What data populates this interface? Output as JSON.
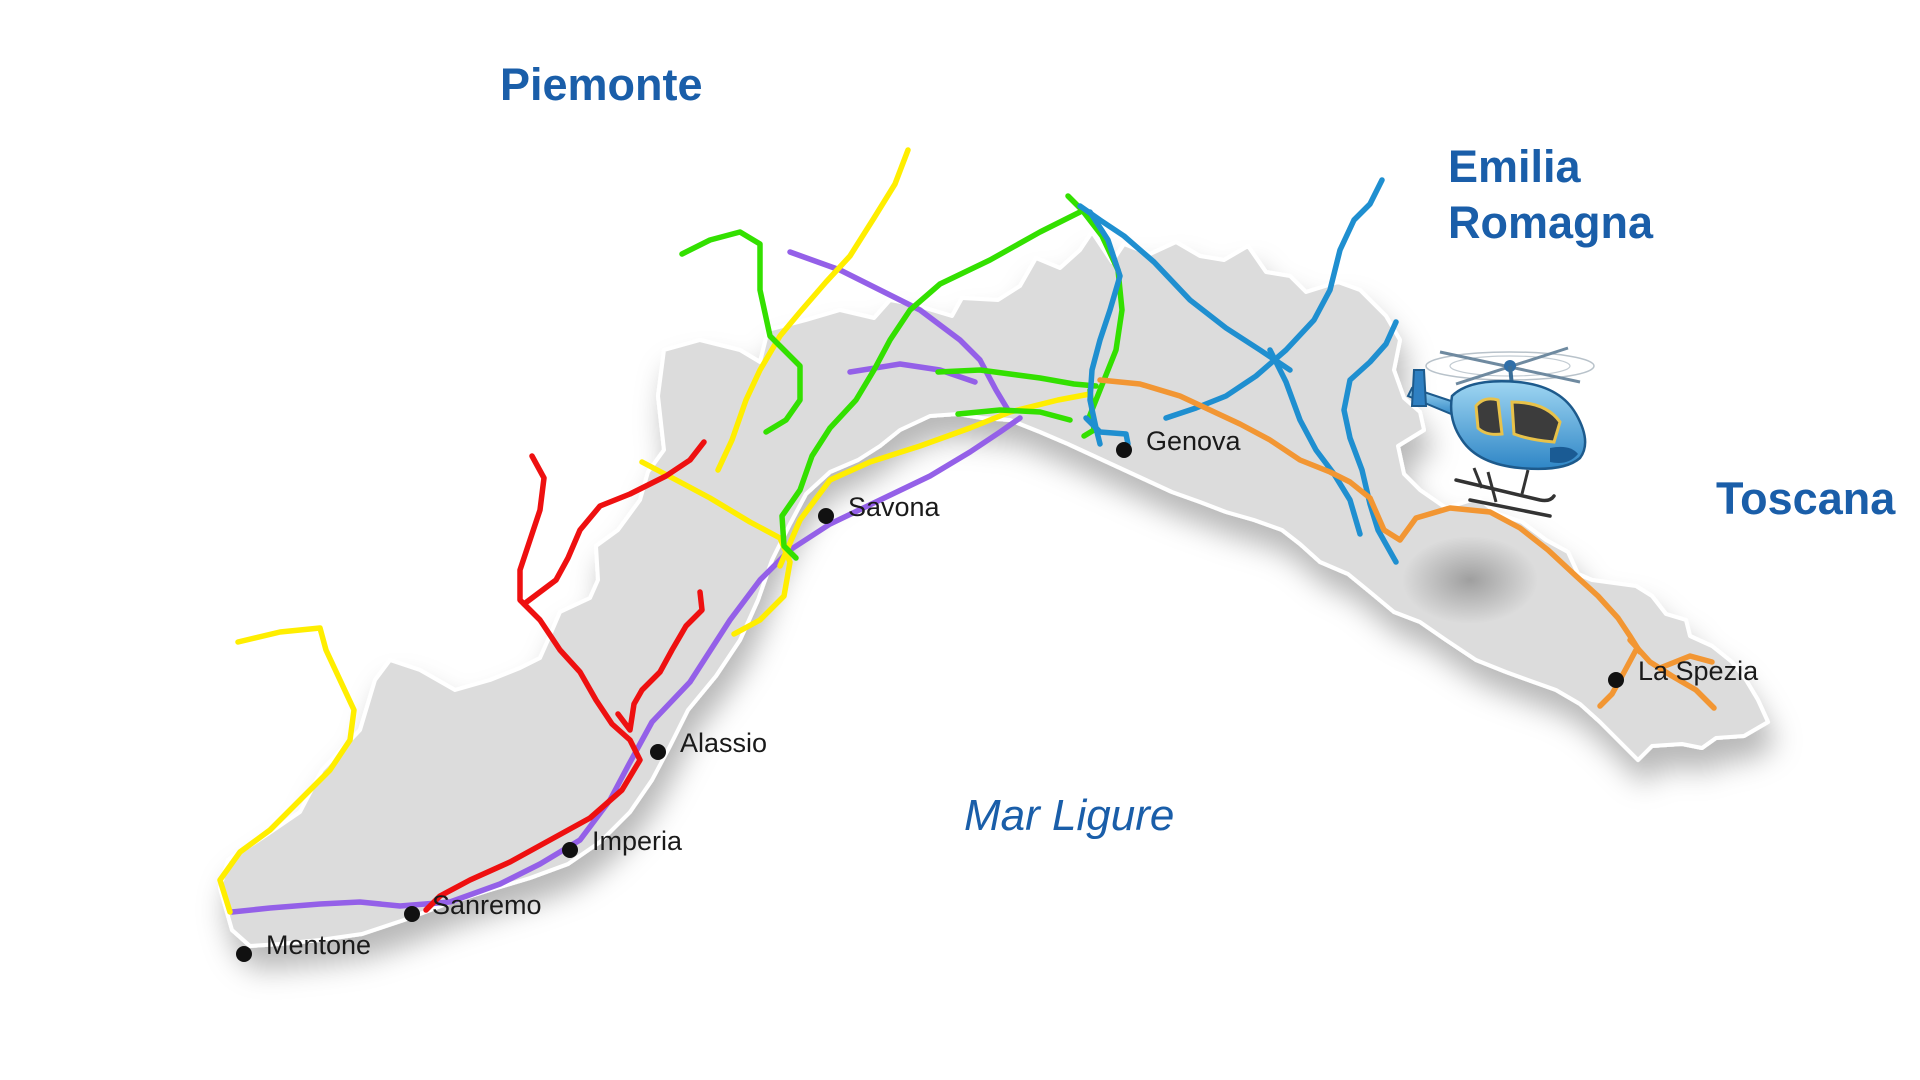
{
  "colors": {
    "land": "#dcdcdc",
    "land_stroke": "#ffffff",
    "label_blue": "#1a5ea9",
    "city_dot": "#111111",
    "route_yellow": "#ffee00",
    "route_green": "#33e000",
    "route_purple": "#9460e8",
    "route_red": "#ee1010",
    "route_blue": "#1f8fd0",
    "route_orange": "#f29633"
  },
  "regions": {
    "piemonte": "Piemonte",
    "emilia_line1": "Emilia",
    "emilia_line2": "Romagna",
    "toscana": "Toscana"
  },
  "sea": {
    "name": "Mar Ligure"
  },
  "cities": [
    {
      "name": "Mentone"
    },
    {
      "name": "Sanremo"
    },
    {
      "name": "Imperia"
    },
    {
      "name": "Alassio"
    },
    {
      "name": "Savona"
    },
    {
      "name": "Genova"
    },
    {
      "name": "La Spezia"
    }
  ],
  "icons": {
    "helicopter": "helicopter-icon"
  }
}
